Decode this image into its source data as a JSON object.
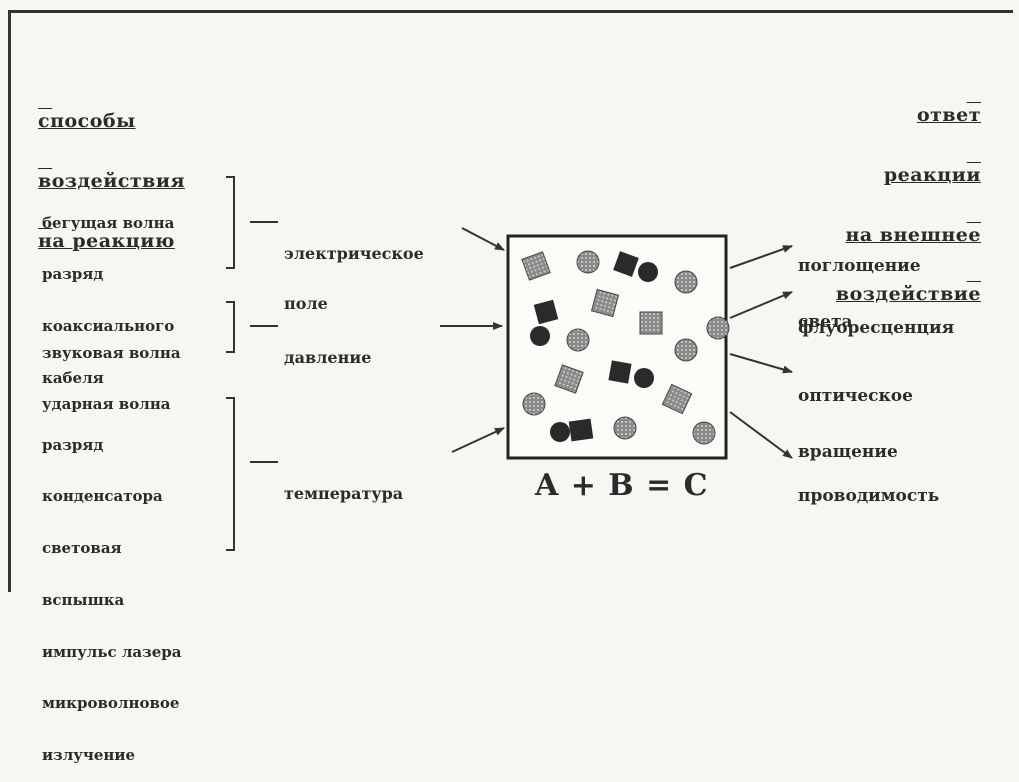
{
  "left_heading": [
    "способы",
    "воздействия",
    "на реакцию"
  ],
  "right_heading": [
    "ответ",
    "реакции",
    "на внешнее",
    "воздействие"
  ],
  "groups": [
    {
      "sources": [
        "бегущая волна",
        "разряд",
        "коаксиального",
        "кабеля"
      ],
      "influence": [
        "электрическое",
        "поле"
      ]
    },
    {
      "sources": [
        "звуковая волна",
        "ударная волна"
      ],
      "influence": [
        "давление"
      ]
    },
    {
      "sources": [
        "разряд",
        "конденсатора",
        "световая",
        "вспышка",
        "импульс лазера",
        "микроволновое",
        "излучение"
      ],
      "influence": [
        "температура"
      ]
    }
  ],
  "responses": [
    [
      "поглощение",
      "света"
    ],
    [
      "флуоресценция"
    ],
    [
      "оптическое",
      "вращение"
    ],
    [
      "проводимость"
    ]
  ],
  "equation": "A + B = C"
}
